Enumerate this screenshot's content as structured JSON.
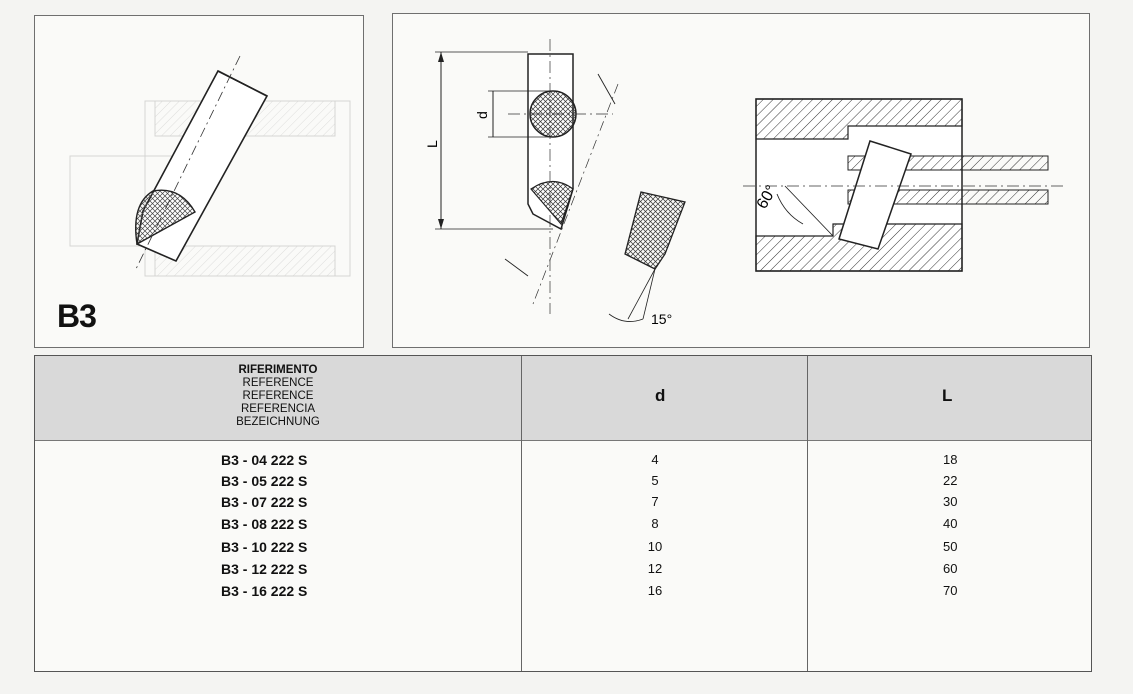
{
  "code": "B3",
  "drawing": {
    "dim_d": "d",
    "dim_L": "L",
    "angle_15": "15°",
    "angle_60": "60°"
  },
  "table": {
    "header": {
      "ref_lines": [
        "RIFERIMENTO",
        "REFERENCE",
        "REFERENCE",
        "REFERENCIA",
        "BEZEICHNUNG"
      ],
      "d": "d",
      "L": "L"
    },
    "rows": [
      {
        "ref": "B3 - 04  222 S",
        "d": "4",
        "L": "18"
      },
      {
        "ref": "B3 - 05  222 S",
        "d": "5",
        "L": "22"
      },
      {
        "ref": "B3 - 07  222 S",
        "d": "7",
        "L": "30"
      },
      {
        "ref": "B3 - 08  222 S",
        "d": "8",
        "L": "40"
      },
      {
        "ref": "B3 - 10  222 S",
        "d": "10",
        "L": "50"
      },
      {
        "ref": "B3 - 12  222 S",
        "d": "12",
        "L": "60"
      },
      {
        "ref": "B3 - 16  222 S",
        "d": "16",
        "L": "70"
      }
    ]
  }
}
